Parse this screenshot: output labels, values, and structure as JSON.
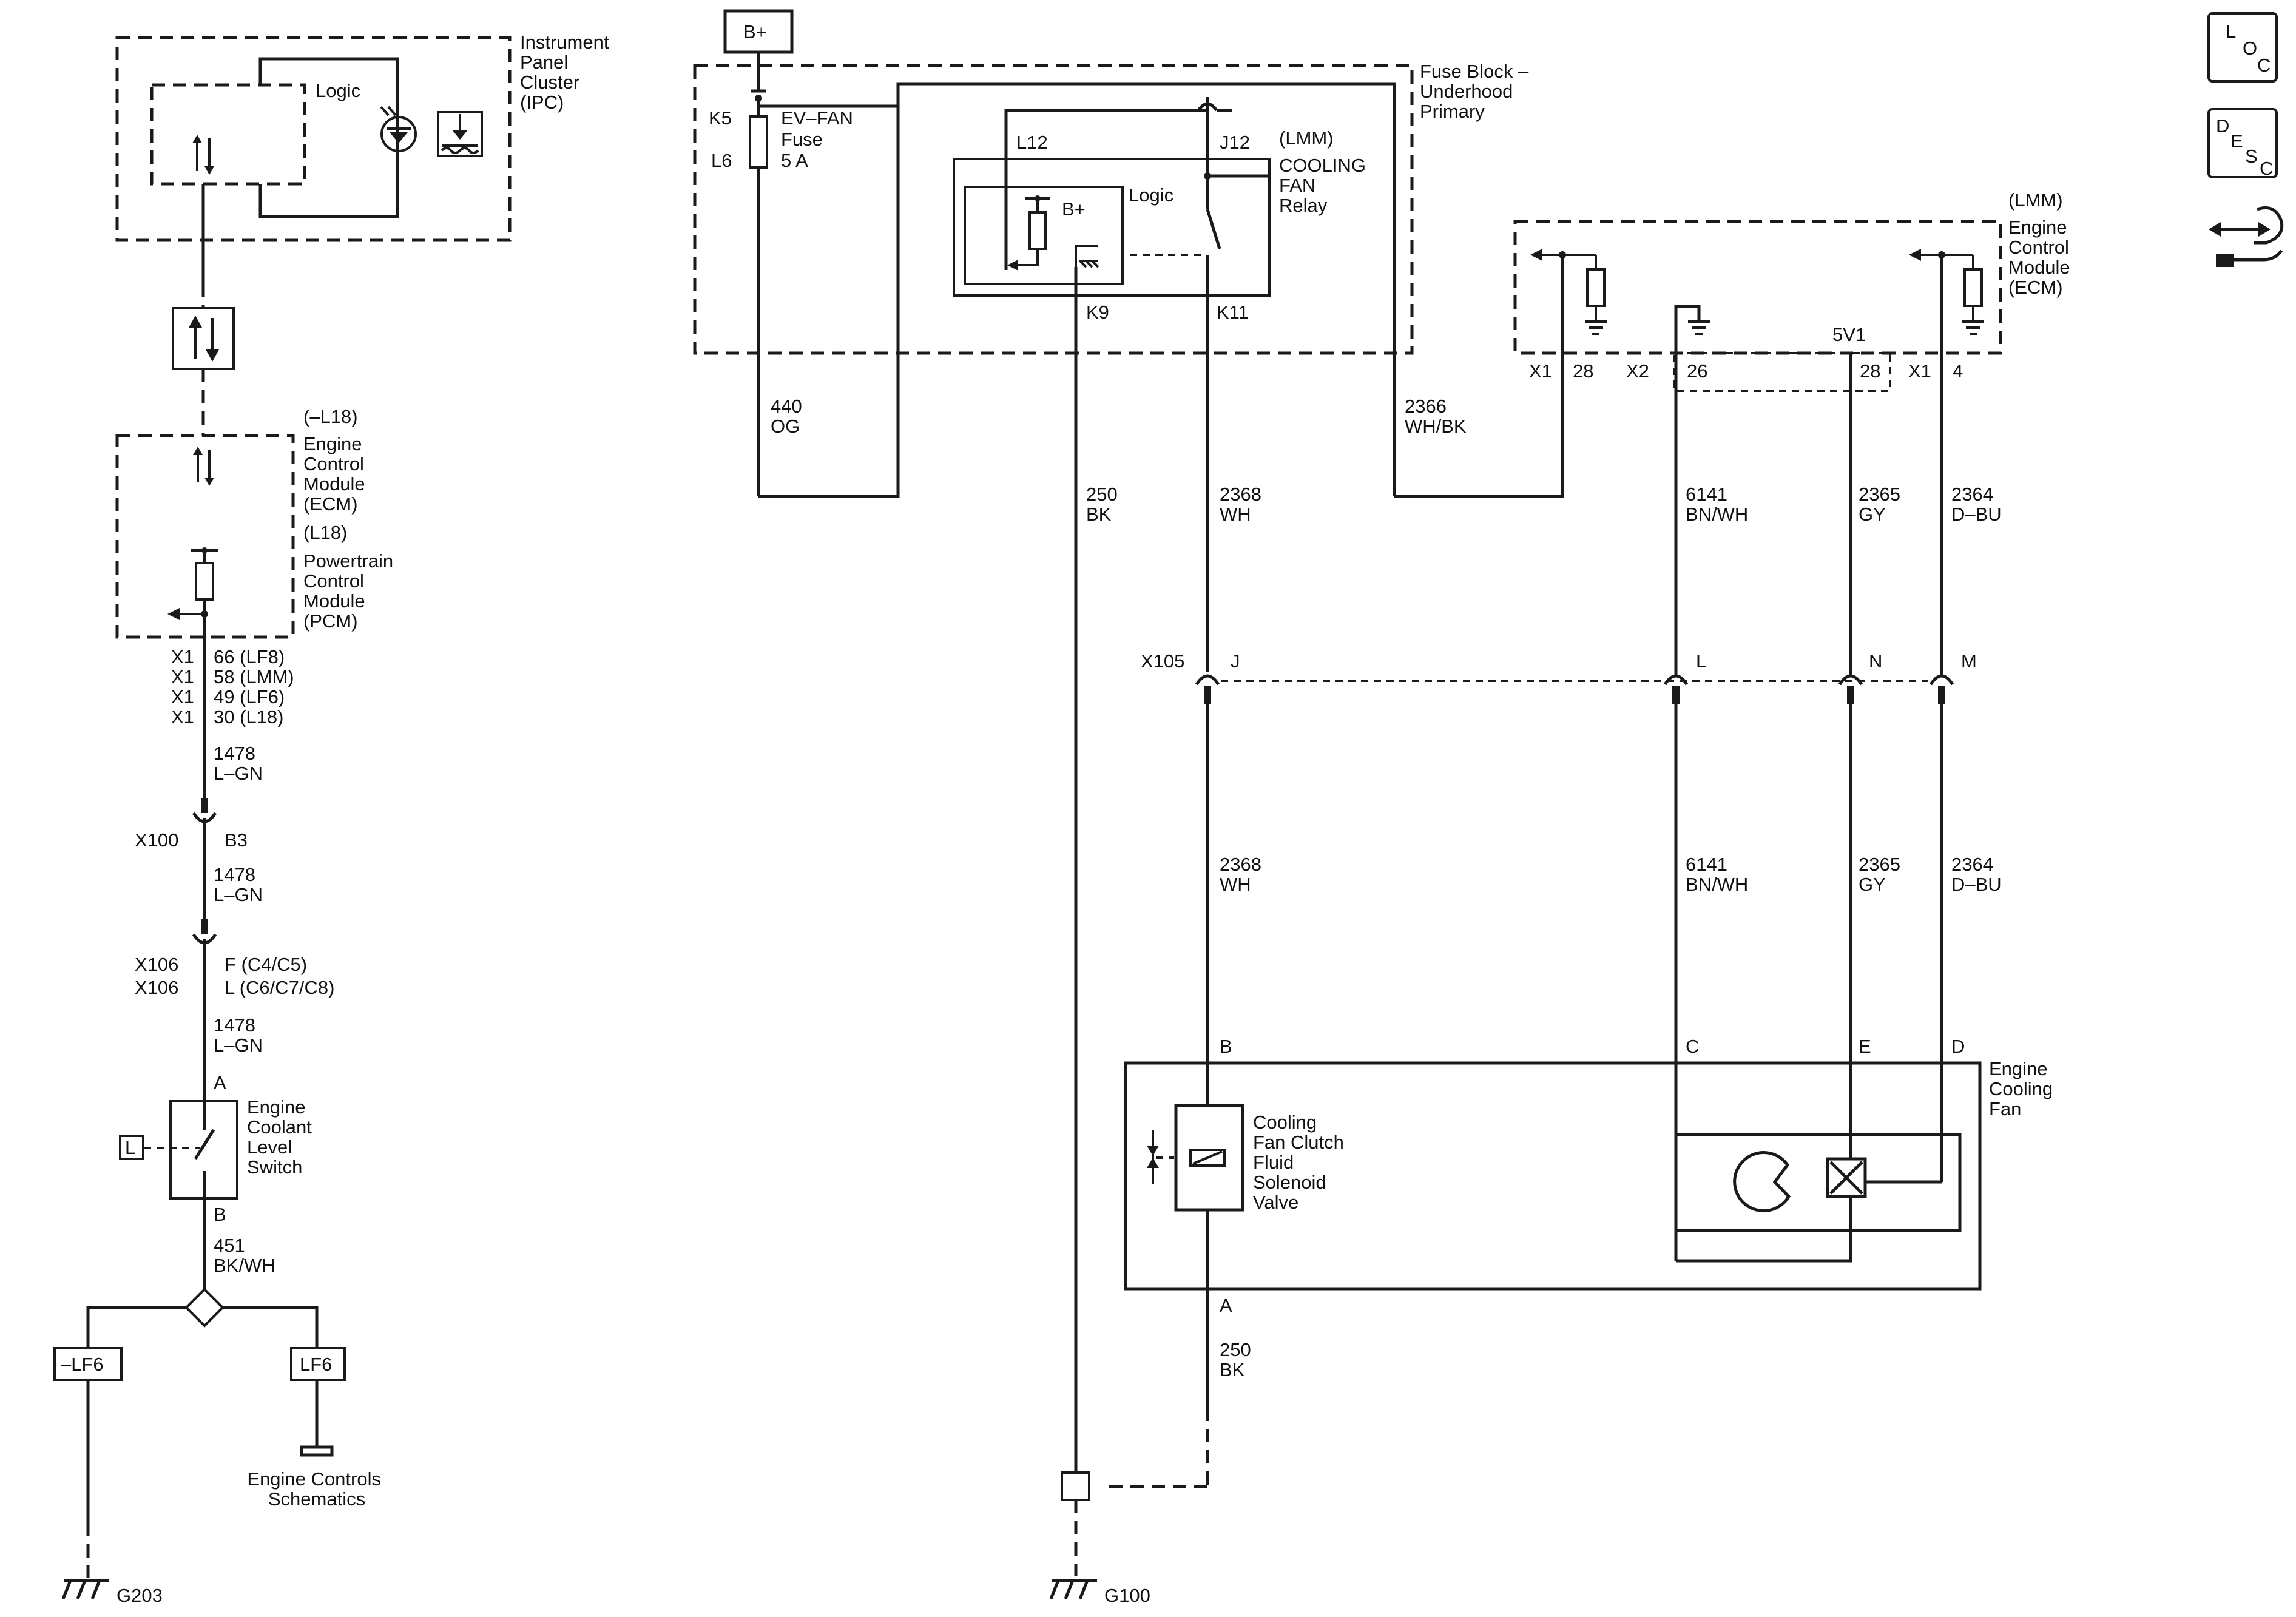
{
  "ipc": {
    "lines": [
      "Instrument",
      "Panel",
      "Cluster",
      "(IPC)"
    ],
    "logic": "Logic"
  },
  "fuse_block": {
    "lines": [
      "Fuse Block –",
      "Underhood",
      "Primary"
    ],
    "bplus": "B+",
    "k5": "K5",
    "l6": "L6",
    "fuse": [
      "EV–FAN",
      "Fuse",
      "5 A"
    ],
    "l12": "L12",
    "j12": "J12",
    "k9": "K9",
    "k11": "K11",
    "relay_option": "(LMM)",
    "relay": [
      "COOLING",
      "FAN",
      "Relay"
    ],
    "relay_logic": "Logic",
    "relay_bplus": "B+"
  },
  "ecm_right": {
    "option": "(LMM)",
    "lines": [
      "Engine",
      "Control",
      "Module",
      "(ECM)"
    ],
    "pins": {
      "x1a": "X1",
      "p28a": "28",
      "x2": "X2",
      "p26": "26",
      "v5": "5V1",
      "p28b": "28",
      "x1b": "X1",
      "p4": "4"
    }
  },
  "ecm_left": {
    "opt1": "(–L18)",
    "lines1": [
      "Engine",
      "Control",
      "Module",
      "(ECM)"
    ],
    "opt2": "(L18)",
    "lines2": [
      "Powertrain",
      "Control",
      "Module",
      "(PCM)"
    ],
    "pins": [
      {
        "conn": "X1",
        "label": "66 (LF8)"
      },
      {
        "conn": "X1",
        "label": "58 (LMM)"
      },
      {
        "conn": "X1",
        "label": "49 (LF6)"
      },
      {
        "conn": "X1",
        "label": "30 (L18)"
      }
    ]
  },
  "wires": {
    "w1478_a": [
      "1478",
      "L–GN"
    ],
    "w1478_b": [
      "1478",
      "L–GN"
    ],
    "w1478_c": [
      "1478",
      "L–GN"
    ],
    "w451": [
      "451",
      "BK/WH"
    ],
    "w440": [
      "440",
      "OG"
    ],
    "w250_top": [
      "250",
      "BK"
    ],
    "w2368_top": [
      "2368",
      "WH"
    ],
    "w2366": [
      "2366",
      "WH/BK"
    ],
    "w6141_top": [
      "6141",
      "BN/WH"
    ],
    "w2365_top": [
      "2365",
      "GY"
    ],
    "w2364_top": [
      "2364",
      "D–BU"
    ],
    "w2368_bot": [
      "2368",
      "WH"
    ],
    "w6141_bot": [
      "6141",
      "BN/WH"
    ],
    "w2365_bot": [
      "2365",
      "GY"
    ],
    "w2364_bot": [
      "2364",
      "D–BU"
    ],
    "w250_bot": [
      "250",
      "BK"
    ]
  },
  "connectors": {
    "x100": "X100",
    "b3": "B3",
    "x106a": "X106",
    "x106b": "X106",
    "x106_f": "F (C4/C5)",
    "x106_l": "L (C6/C7/C8)",
    "x105": "X105",
    "j": "J",
    "l": "L",
    "n": "N",
    "m": "M"
  },
  "switch": {
    "a": "A",
    "b": "B",
    "lines": [
      "Engine",
      "Coolant",
      "Level",
      "Switch"
    ],
    "tag": "L"
  },
  "options": {
    "minus_lf6": "–LF6",
    "lf6": "LF6"
  },
  "engine_controls": [
    "Engine Controls",
    "Schematics"
  ],
  "grounds": {
    "g203": "G203",
    "g100": "G100"
  },
  "fan": {
    "lines": [
      "Engine",
      "Cooling",
      "Fan"
    ],
    "pins": {
      "b": "B",
      "c": "C",
      "e": "E",
      "d": "D",
      "a": "A"
    },
    "solenoid": [
      "Cooling",
      "Fan Clutch",
      "Fluid",
      "Solenoid",
      "Valve"
    ]
  },
  "side_icons": {
    "loc": [
      "L",
      "O",
      "C"
    ],
    "desc": [
      "D",
      "E",
      "S",
      "C"
    ]
  }
}
